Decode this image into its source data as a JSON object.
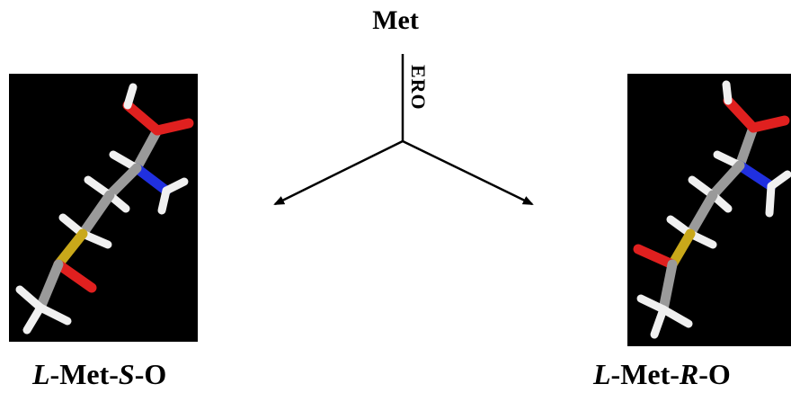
{
  "top_molecule": "Met",
  "enzyme": "ERO",
  "left_product": {
    "prefix": "L",
    "middle": "-Met-",
    "config": "S",
    "suffix": "-O"
  },
  "right_product": {
    "prefix": "L",
    "middle": "-Met-",
    "config": "R",
    "suffix": "-O"
  },
  "colors": {
    "carbon": "#9a9a9a",
    "hydrogen": "#f0f0f0",
    "oxygen": "#e0201f",
    "nitrogen": "#2030e0",
    "sulfur": "#c9a81a",
    "background": "#000000"
  }
}
